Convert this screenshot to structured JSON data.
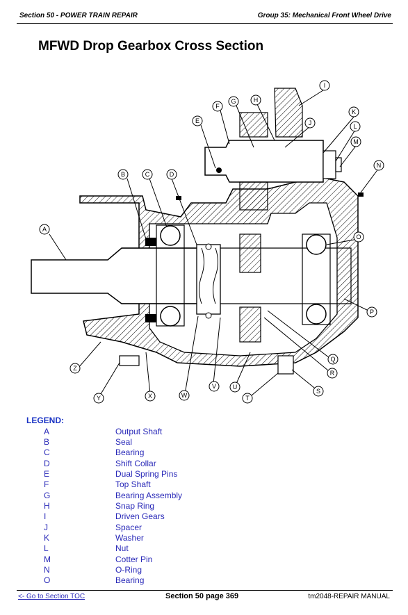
{
  "header": {
    "left": "Section 50 - POWER TRAIN REPAIR",
    "right": "Group 35: Mechanical Front Wheel Drive"
  },
  "title": "MFWD Drop Gearbox Cross Section",
  "callouts": [
    "A",
    "B",
    "C",
    "D",
    "E",
    "F",
    "G",
    "H",
    "I",
    "J",
    "K",
    "L",
    "M",
    "N",
    "O",
    "P",
    "Q",
    "R",
    "S",
    "T",
    "U",
    "V",
    "W",
    "X",
    "Y",
    "Z"
  ],
  "legend": {
    "heading": "LEGEND:",
    "items": [
      {
        "letter": "A",
        "desc": "Output Shaft"
      },
      {
        "letter": "B",
        "desc": "Seal"
      },
      {
        "letter": "C",
        "desc": "Bearing"
      },
      {
        "letter": "D",
        "desc": "Shift Collar"
      },
      {
        "letter": "E",
        "desc": "Dual Spring Pins"
      },
      {
        "letter": "F",
        "desc": "Top Shaft"
      },
      {
        "letter": "G",
        "desc": "Bearing Assembly"
      },
      {
        "letter": "H",
        "desc": "Snap Ring"
      },
      {
        "letter": "I",
        "desc": "Driven Gears"
      },
      {
        "letter": "J",
        "desc": "Spacer"
      },
      {
        "letter": "K",
        "desc": "Washer"
      },
      {
        "letter": "L",
        "desc": "Nut"
      },
      {
        "letter": "M",
        "desc": "Cotter Pin"
      },
      {
        "letter": "N",
        "desc": "O-Ring"
      },
      {
        "letter": "O",
        "desc": "Bearing"
      }
    ]
  },
  "footer": {
    "left": "<- Go to Section TOC",
    "center": "Section 50 page 369",
    "right": "tm2048-REPAIR MANUAL"
  },
  "colors": {
    "link": "#2929b8",
    "legend_heading": "#1a33c4"
  }
}
